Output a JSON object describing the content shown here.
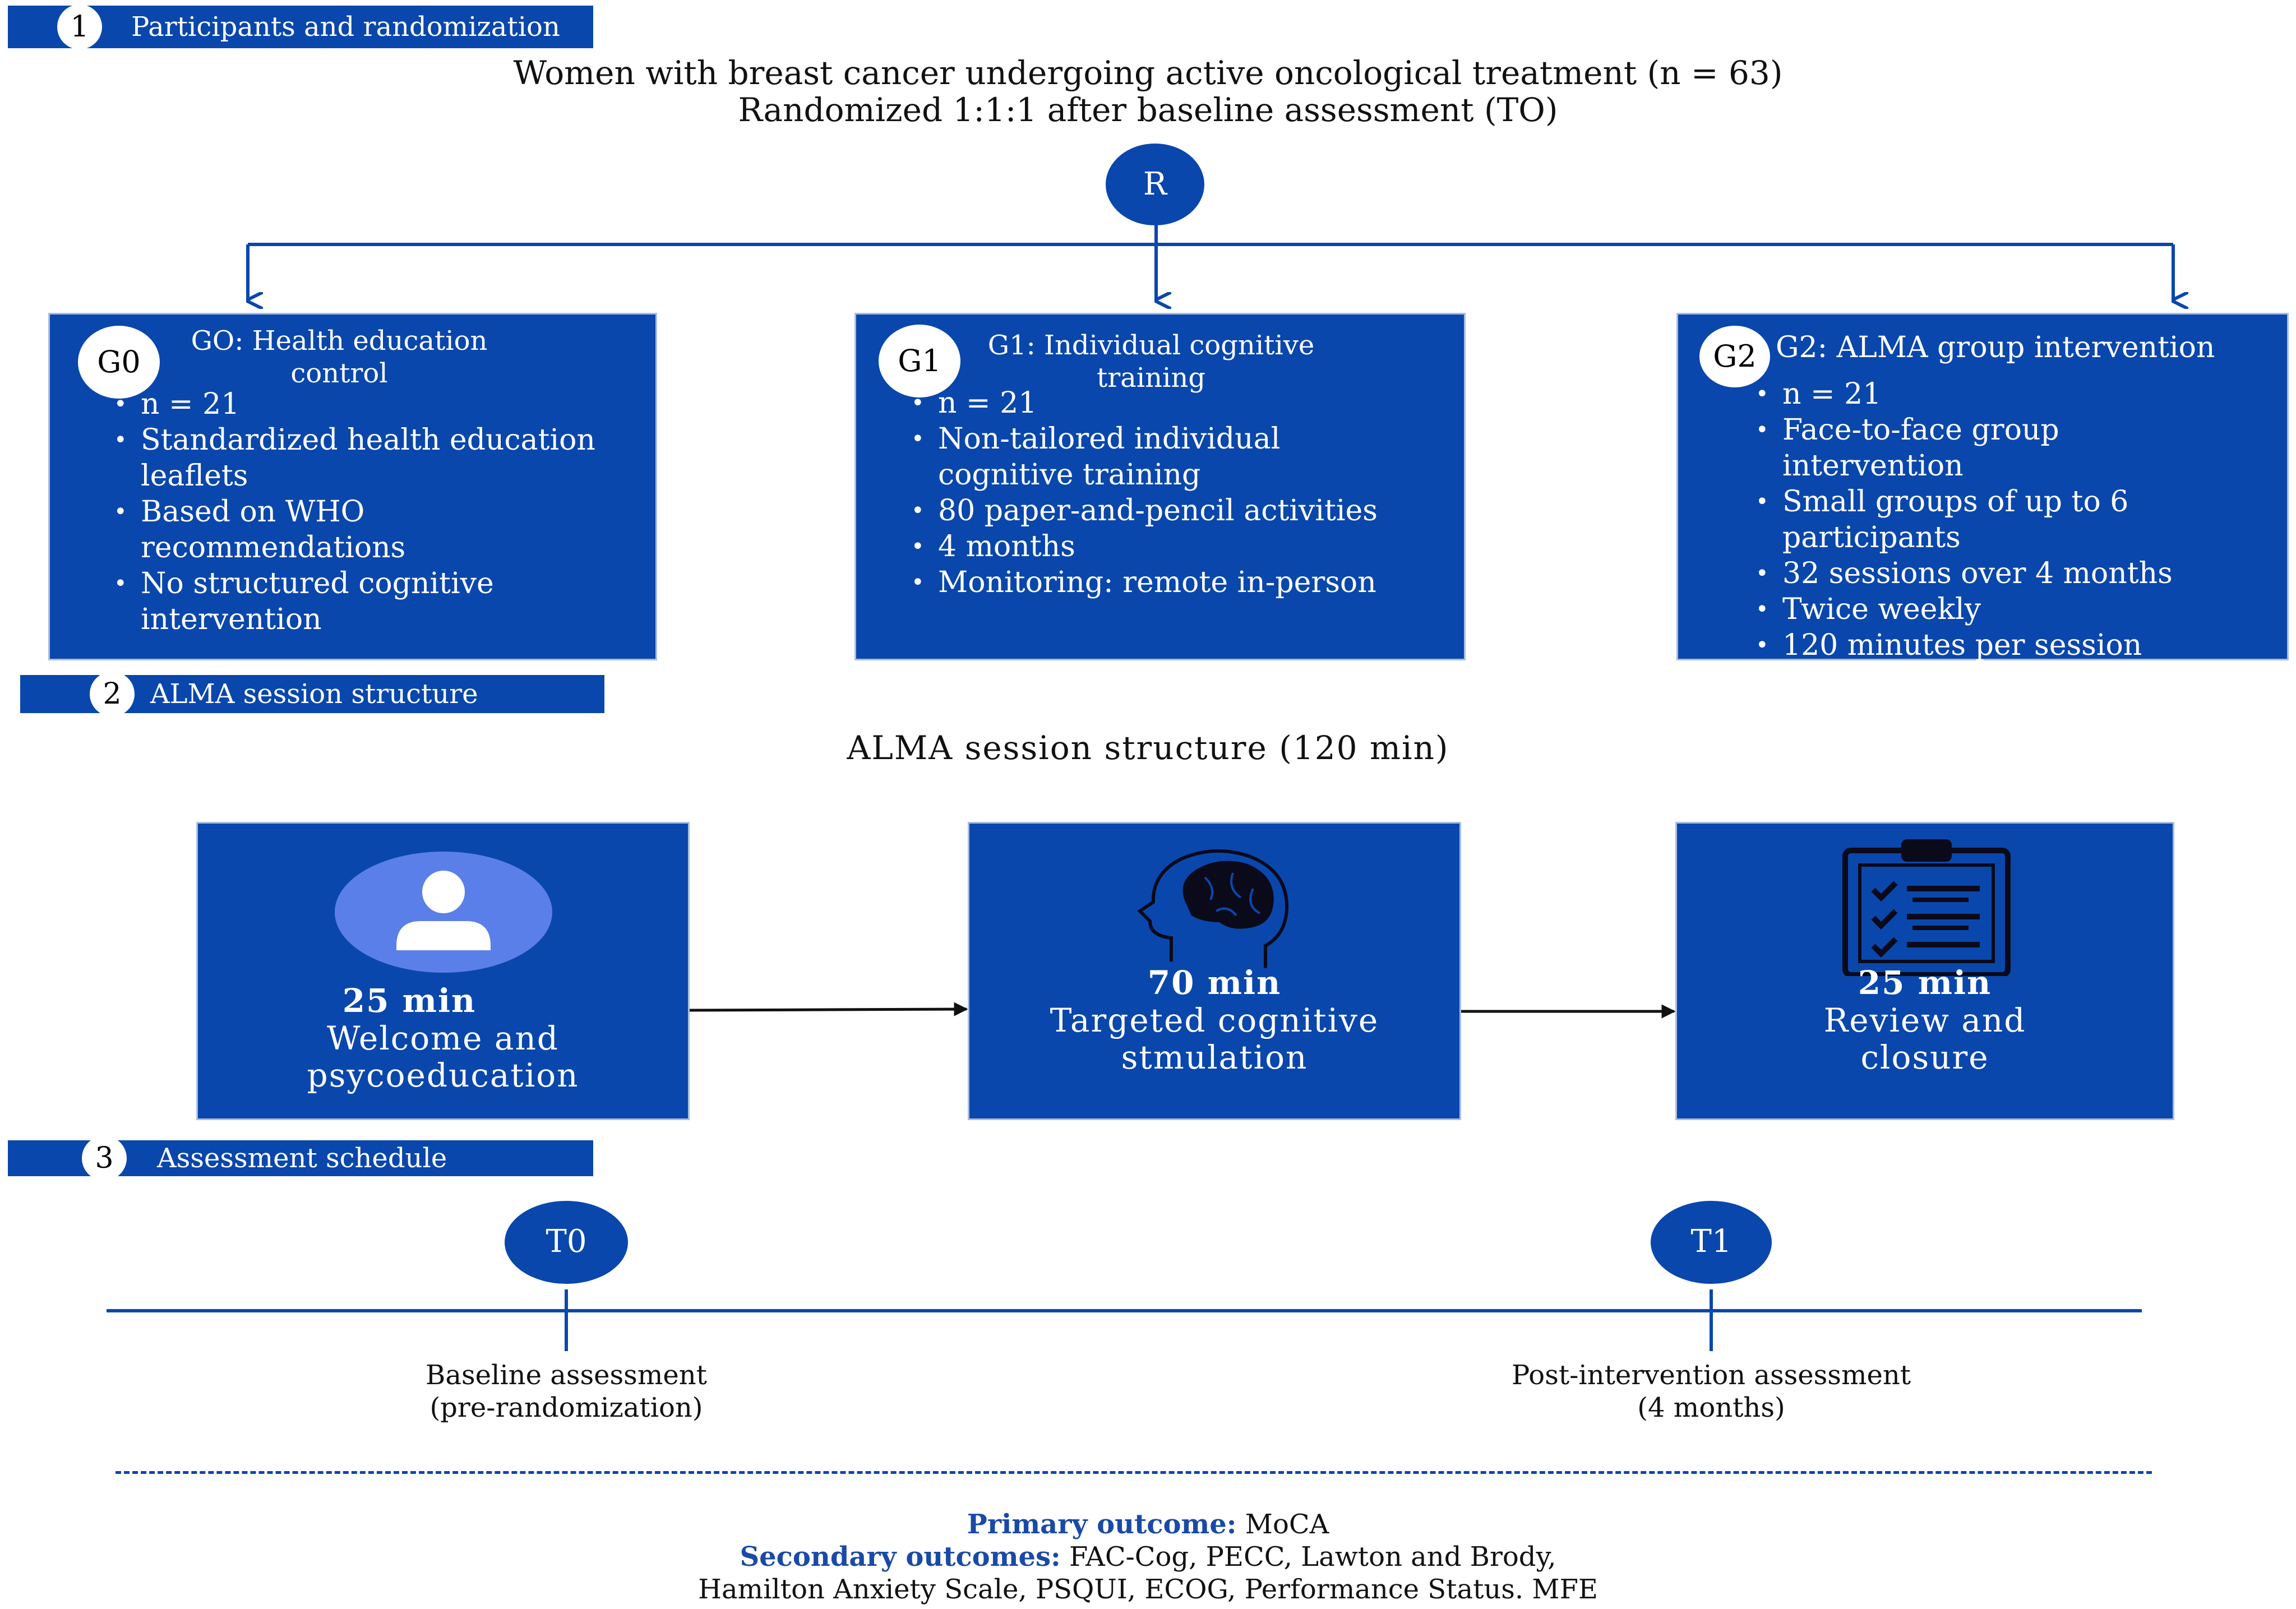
{
  "sections": [
    {
      "num": "1",
      "label": "Participants and randomization"
    },
    {
      "num": "2",
      "label": "ALMA session structure"
    },
    {
      "num": "3",
      "label": "Assessment schedule"
    }
  ],
  "header": {
    "line1": "Women with breast cancer undergoing active oncological treatment (n = 63)",
    "line2": "Randomized 1:1:1 after baseline assessment (TO)"
  },
  "randomization_node": "R",
  "groups": [
    {
      "tag": "G0",
      "title": "GO: Health education control",
      "bullets": [
        "n = 21",
        "Standardized health education leaflets",
        "Based on WHO recommendations",
        "No structured cognitive intervention"
      ]
    },
    {
      "tag": "G1",
      "title": "G1: Individual cognitive training",
      "bullets": [
        "n = 21",
        "Non-tailored individual cognitive training",
        "80 paper-and-pencil activities",
        "4 months",
        "Monitoring: remote in-person"
      ]
    },
    {
      "tag": "G2",
      "title": "G2: ALMA group intervention",
      "bullets": [
        "n = 21",
        "Face-to-face group intervention",
        "Small groups of up to 6 participants",
        "32 sessions over 4 months",
        "Twice weekly",
        "120 minutes per session"
      ]
    }
  ],
  "session": {
    "title": "ALMA session structure (120 min)",
    "steps": [
      {
        "duration": "25 min",
        "label": "Welcome and psycoeducation",
        "icon": "person-icon"
      },
      {
        "duration": "70 min",
        "label": "Targeted cognitive stmulation",
        "icon": "brain-icon"
      },
      {
        "duration": "25 min",
        "label": "Review and closure",
        "icon": "clipboard-checklist-icon"
      }
    ]
  },
  "timeline": [
    {
      "node": "T0",
      "label_line1": "Baseline assessment",
      "label_line2": "(pre-randomization)"
    },
    {
      "node": "T1",
      "label_line1": "Post-intervention assessment",
      "label_line2": "(4 months)"
    }
  ],
  "outcomes": {
    "primary_key": "Primary outcome:",
    "primary_value": " MoCA",
    "secondary_key": "Secondary outcomes:",
    "secondary_value_line1": " FAC-Cog, PECC, Lawton and Brody,",
    "secondary_value_line2": "Hamilton Anxiety Scale, PSQUI, ECOG, Performance Status. MFE"
  },
  "colors": {
    "primary_blue": "#0a47ac",
    "light_circle": "#5b7fe8",
    "outcome_key": "#1a4aa6"
  }
}
